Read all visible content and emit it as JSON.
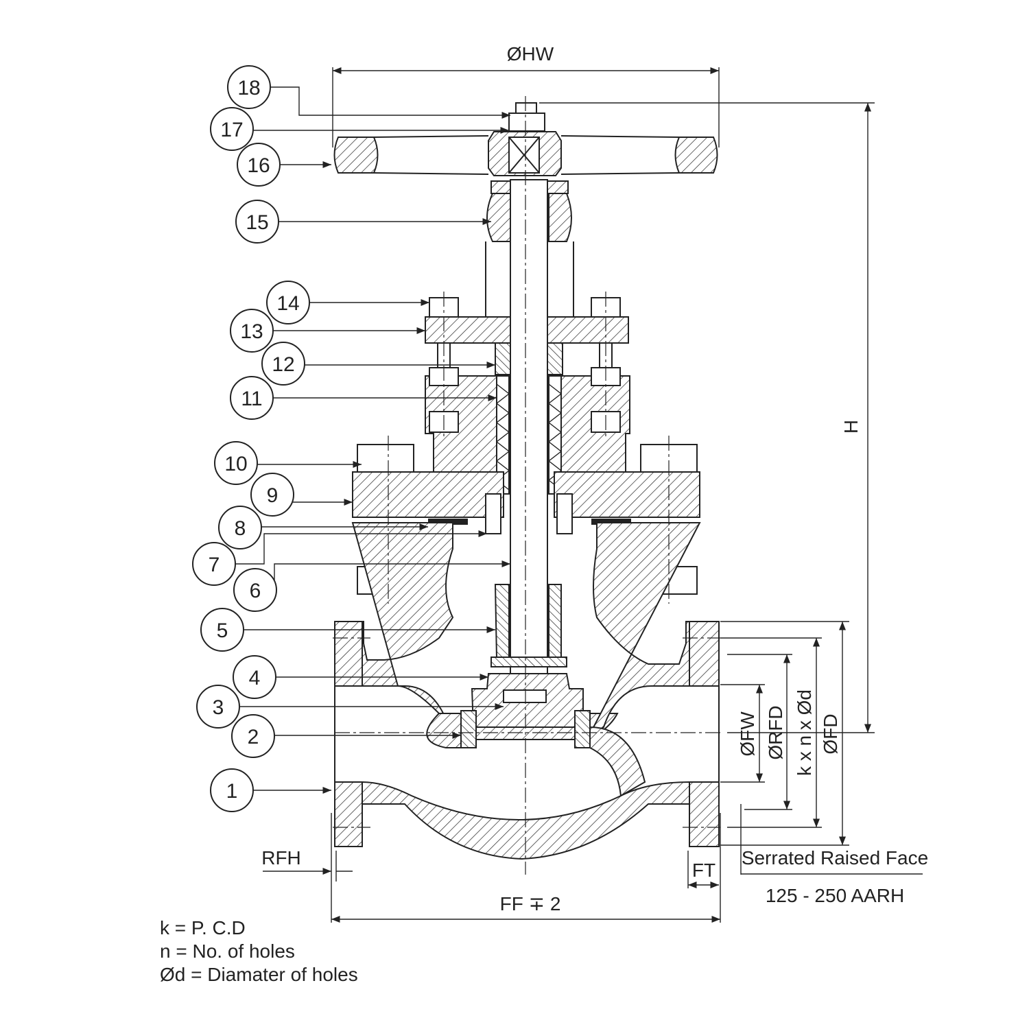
{
  "dimensions": {
    "handwheel_dia": "ØHW",
    "height": "H",
    "flange_dia": "ØFD",
    "bolt_pattern": "k x n x Ød",
    "raised_face_dia": "ØRFD",
    "flange_width_dia": "ØFW",
    "raised_face_height": "RFH",
    "flange_thickness": "FT",
    "face_to_face": "FF ∓ 2"
  },
  "surface_finish": {
    "label": "Serrated Raised Face",
    "value": "125 - 250 AARH"
  },
  "legend": {
    "k": "k = P. C.D",
    "n": "n = No. of holes",
    "d": "Ød = Diamater of holes"
  },
  "balloons": [
    "1",
    "2",
    "3",
    "4",
    "5",
    "6",
    "7",
    "8",
    "9",
    "10",
    "11",
    "12",
    "13",
    "14",
    "15",
    "16",
    "17",
    "18"
  ],
  "colors": {
    "ink": "#222222",
    "background": "#ffffff"
  }
}
